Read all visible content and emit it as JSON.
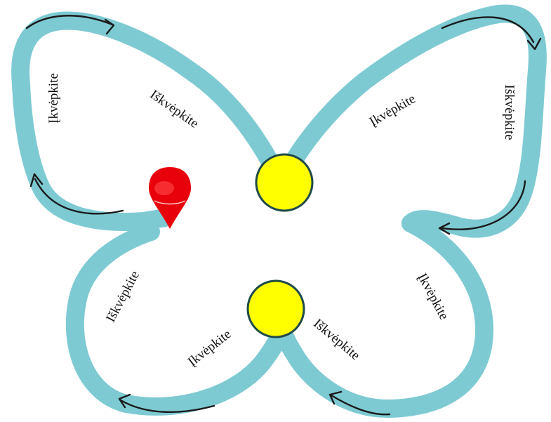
{
  "colors": {
    "path": "#7dcad3",
    "marker": "#e8000b",
    "dot_fill": "#ffff00",
    "dot_stroke": "#1f4a4a",
    "arrow": "#1a1a1a"
  },
  "labels": {
    "upper_left_outer": "Įkvėpkite",
    "upper_left_inner": "Iškvėpkite",
    "upper_right_inner": "Įkvėpkite",
    "upper_right_outer": "Iškvėpkite",
    "lower_left_outer": "Iškvėpkite",
    "lower_left_inner": "Įkvėpkite",
    "lower_right_inner": "Iškvėpkite",
    "lower_right_outer": "Įkvėpkite"
  },
  "icons": {
    "start_marker": "map-pin-icon",
    "arrows": "curved-arrow-icon"
  }
}
